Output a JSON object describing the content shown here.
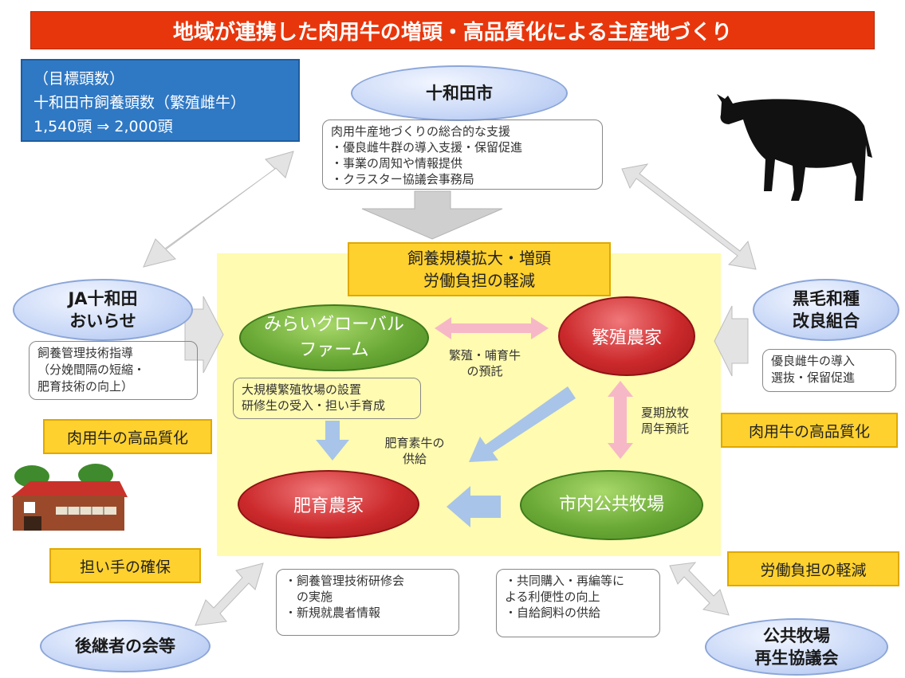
{
  "title": "地域が連携した肉用牛の増頭・高品質化による主産地づくり",
  "target": {
    "line1": "（目標頭数）",
    "line2": "十和田市飼養頭数（繁殖雌牛）",
    "line3": "1,540頭 ⇒ 2,000頭"
  },
  "city": {
    "name": "十和田市",
    "support": [
      "肉用牛産地づくりの総合的な支援",
      "・優良雌牛群の導入支援・保留促進",
      "・事業の周知や情報提供",
      "・クラスター協議会事務局"
    ]
  },
  "center_banner": [
    "飼養規模拡大・増頭",
    "労働負担の軽減"
  ],
  "ja": {
    "name_line1": "JA十和田",
    "name_line2": "おいらせ",
    "support": [
      "飼養管理技術指導",
      "（分娩間隔の短縮・",
      "肥育技術の向上）"
    ],
    "label": "肉用牛の高品質化"
  },
  "kuroge": {
    "name_line1": "黒毛和種",
    "name_line2": "改良組合",
    "support": [
      "優良雌牛の導入",
      "選抜・保留促進"
    ],
    "label": "肉用牛の高品質化"
  },
  "mirai": {
    "name_line1": "みらいグローバル",
    "name_line2": "ファーム",
    "support": [
      "大規模繁殖牧場の設置",
      "研修生の受入・担い手育成"
    ]
  },
  "hanshoku": {
    "name": "繁殖農家"
  },
  "hiiku": {
    "name": "肥育農家"
  },
  "public_ranch": {
    "name": "市内公共牧場"
  },
  "flows": {
    "entrust_line1": "繁殖・哺育牛",
    "entrust_line2": "の預託",
    "supply_line1": "肥育素牛の",
    "supply_line2": "供給",
    "grazing_line1": "夏期放牧",
    "grazing_line2": "周年預託"
  },
  "successor": {
    "name": "後継者の会等",
    "label": "担い手の確保",
    "support": [
      "・飼養管理技術研修会",
      "　の実施",
      "・新規就農者情報"
    ]
  },
  "public_council": {
    "name_line1": "公共牧場",
    "name_line2": "再生協議会",
    "label": "労働負担の軽減",
    "support": [
      "・共同購入・再編等に",
      "よる利便性の向上",
      "・自給飼料の供給"
    ]
  },
  "icons": [
    "cow-icon",
    "barn-icon"
  ],
  "colors": {
    "title_bg": "#e8360c",
    "target_bg": "#2f78c4",
    "yellow_bg": "#fffbb0",
    "label_yellow": "#ffd12e",
    "green": "#6aa936",
    "red": "#cc2a2c",
    "blue_oval": "#c9d8f7"
  }
}
